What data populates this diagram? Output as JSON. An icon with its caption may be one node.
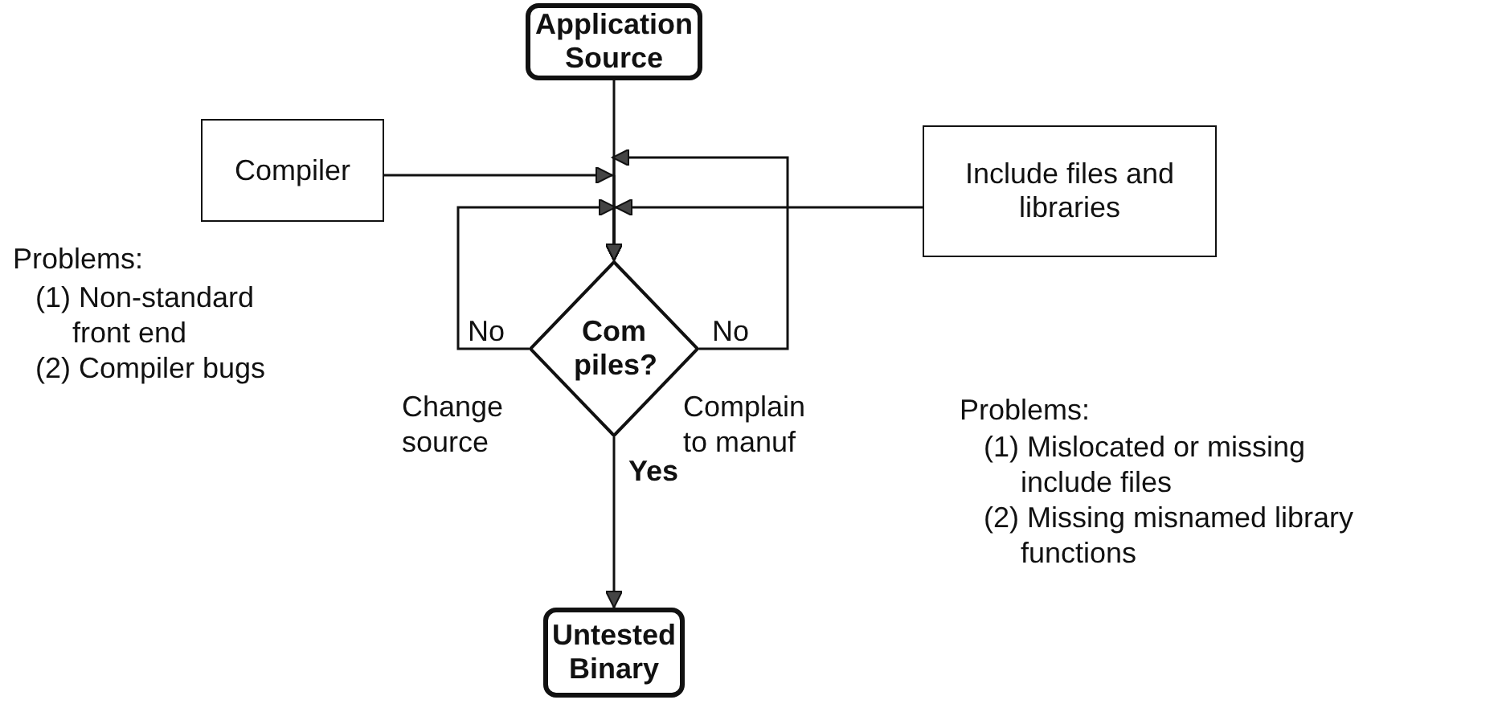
{
  "diagram": {
    "nodes": [
      {
        "text": [
          "Application Source"
        ]
      },
      {
        "text": [
          "Compiler"
        ]
      },
      {
        "text": [
          "Com piles?"
        ]
      },
      {
        "text": [
          "Include files and libraries"
        ]
      },
      {
        "text": [
          "Untested Binary"
        ]
      }
    ],
    "edges": [
      {
        "from": 0,
        "to": 2,
        "arrow": "to"
      },
      {
        "from": 1,
        "to": 2,
        "arrow": "to"
      },
      {
        "from": 3,
        "to": 2,
        "arrow": "to"
      },
      {
        "from": 2,
        "to": 2,
        "arrow": "to",
        "label": "No"
      },
      {
        "from": 2,
        "to": 2,
        "arrow": "to",
        "label": "No"
      },
      {
        "from": 2,
        "to": 4,
        "arrow": "to",
        "label": "Yes"
      }
    ],
    "labels": [
      "Problems:",
      "(1) Non-standard front end",
      "(2) Compiler bugs",
      "Change source",
      "Complain to manuf",
      "Problems:",
      "(1) Mislocated or missing include files",
      "(2) Missing misnamed library functions"
    ]
  }
}
